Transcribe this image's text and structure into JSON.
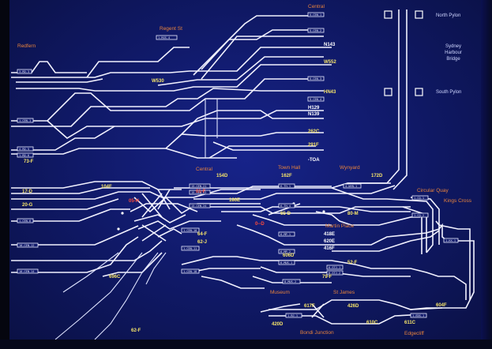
{
  "locations": {
    "redfern": "Redfern",
    "regent_st": "Regent St",
    "central_top": "Central",
    "central": "Central",
    "town_hall": "Town Hall",
    "wynyard": "Wynyard",
    "north_pylon": "North Pylon",
    "sydney_harbour_bridge": "Sydney Harbour Bridge",
    "south_pylon": "South Pylon",
    "circular_quay": "Circular Quay",
    "kings_cross": "Kings Cross",
    "martin_place": "Martin Place",
    "museum": "Museum",
    "st_james": "St James",
    "bondi_junction": "Bondi Junction",
    "edgecliff": "Edgecliff"
  },
  "train_labels": [
    {
      "id": "W530",
      "color": "yellow"
    },
    {
      "id": "N143",
      "color": "white"
    },
    {
      "id": "W552",
      "color": "yellow"
    },
    {
      "id": "HN43",
      "color": "yellow"
    },
    {
      "id": "H129",
      "color": "white"
    },
    {
      "id": "N139",
      "color": "white"
    },
    {
      "id": "262C",
      "color": "yellow"
    },
    {
      "id": "291F",
      "color": "yellow"
    },
    {
      "id": "-TOA",
      "color": "white"
    },
    {
      "id": "73-F",
      "color": "yellow"
    },
    {
      "id": "17-D",
      "color": "yellow"
    },
    {
      "id": "20-G",
      "color": "yellow"
    },
    {
      "id": "104F",
      "color": "yellow"
    },
    {
      "id": "154D",
      "color": "yellow"
    },
    {
      "id": "162F",
      "color": "yellow"
    },
    {
      "id": "172D",
      "color": "yellow"
    },
    {
      "id": "05-H",
      "color": "red"
    },
    {
      "id": "01-F",
      "color": "red"
    },
    {
      "id": "186E",
      "color": "yellow"
    },
    {
      "id": "65-D",
      "color": "yellow"
    },
    {
      "id": "80-M",
      "color": "yellow"
    },
    {
      "id": "0--D",
      "color": "red"
    },
    {
      "id": "64-F",
      "color": "yellow"
    },
    {
      "id": "62-J",
      "color": "yellow"
    },
    {
      "id": "418E",
      "color": "white"
    },
    {
      "id": "620E",
      "color": "white"
    },
    {
      "id": "416F",
      "color": "white"
    },
    {
      "id": "606D",
      "color": "yellow"
    },
    {
      "id": "52-F",
      "color": "yellow"
    },
    {
      "id": "79-F",
      "color": "yellow"
    },
    {
      "id": "696C",
      "color": "yellow"
    },
    {
      "id": "617F",
      "color": "yellow"
    },
    {
      "id": "426D",
      "color": "yellow"
    },
    {
      "id": "604F",
      "color": "yellow"
    },
    {
      "id": "420D",
      "color": "yellow"
    },
    {
      "id": "610C",
      "color": "yellow"
    },
    {
      "id": "611C",
      "color": "yellow"
    },
    {
      "id": "62-F",
      "color": "yellow"
    }
  ],
  "colors": {
    "background": "#0f1863",
    "track": "#f2f2ff",
    "location_label": "#e8833c",
    "train_label": "#f5e36a",
    "alert_label": "#ff4a3a"
  }
}
